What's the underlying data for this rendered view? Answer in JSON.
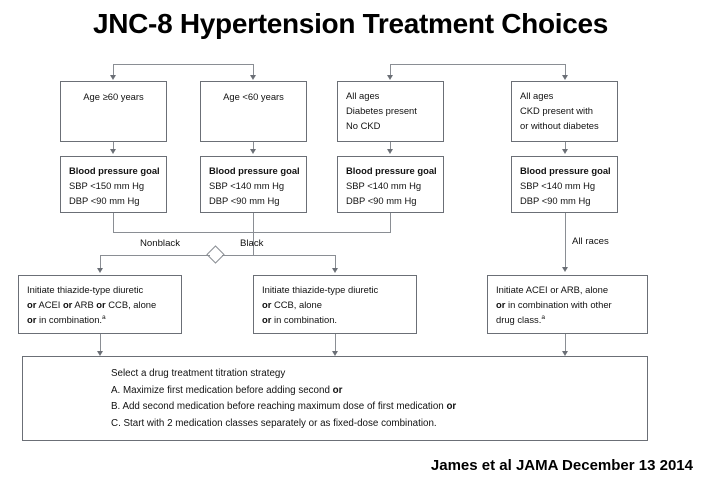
{
  "page": {
    "title": "JNC-8 Hypertension Treatment Choices",
    "citation": "James et al JAMA December 13 2014"
  },
  "population_boxes": [
    {
      "name": "age-60-or-older",
      "lines": [
        "Age ≥60 years"
      ]
    },
    {
      "name": "age-under-60",
      "lines": [
        "Age <60 years"
      ]
    },
    {
      "name": "diabetes-no-ckd",
      "lines": [
        "All ages",
        "Diabetes present",
        "No CKD"
      ]
    },
    {
      "name": "ckd-present",
      "lines": [
        "All ages",
        "CKD present with",
        "or without diabetes"
      ]
    }
  ],
  "bp_goal_boxes": [
    {
      "name": "bp-goal-150-90",
      "heading": "Blood pressure goal",
      "sbp": "SBP <150 mm Hg",
      "dbp": "DBP <90 mm Hg"
    },
    {
      "name": "bp-goal-140-90-under60",
      "heading": "Blood pressure goal",
      "sbp": "SBP <140 mm Hg",
      "dbp": "DBP <90 mm Hg"
    },
    {
      "name": "bp-goal-140-90-diabetes",
      "heading": "Blood pressure goal",
      "sbp": "SBP <140 mm Hg",
      "dbp": "DBP <90 mm Hg"
    },
    {
      "name": "bp-goal-140-90-ckd",
      "heading": "Blood pressure goal",
      "sbp": "SBP <140 mm Hg",
      "dbp": "DBP <90 mm Hg"
    }
  ],
  "race_labels": {
    "nonblack": "Nonblack",
    "black": "Black",
    "all_races": "All races"
  },
  "treatment_boxes": {
    "nonblack": {
      "line1": "Initiate thiazide-type diuretic",
      "line2_a": "or",
      "line2_b": " ACEI ",
      "line2_c": "or",
      "line2_d": " ARB ",
      "line2_e": "or",
      "line2_f": " CCB, alone",
      "line3_a": "or",
      "line3_b": " in combination.",
      "footnote": "a"
    },
    "black": {
      "line1": "Initiate thiazide-type diuretic",
      "line2_a": "or",
      "line2_b": " CCB, alone",
      "line3_a": "or",
      "line3_b": " in combination."
    },
    "ckd": {
      "line1": "Initiate ACEI or ARB, alone",
      "line2_a": "or",
      "line2_b": " in combination with other",
      "line3": "drug class.",
      "footnote": "a"
    }
  },
  "strategy": {
    "heading": "Select a drug treatment titration strategy",
    "option_a_text": "A. Maximize first medication before adding second ",
    "option_a_or": "or",
    "option_b_text": "B. Add second medication before reaching maximum dose of first medication ",
    "option_b_or": "or",
    "option_c_text": "C. Start with 2 medication classes separately or as fixed-dose combination."
  }
}
